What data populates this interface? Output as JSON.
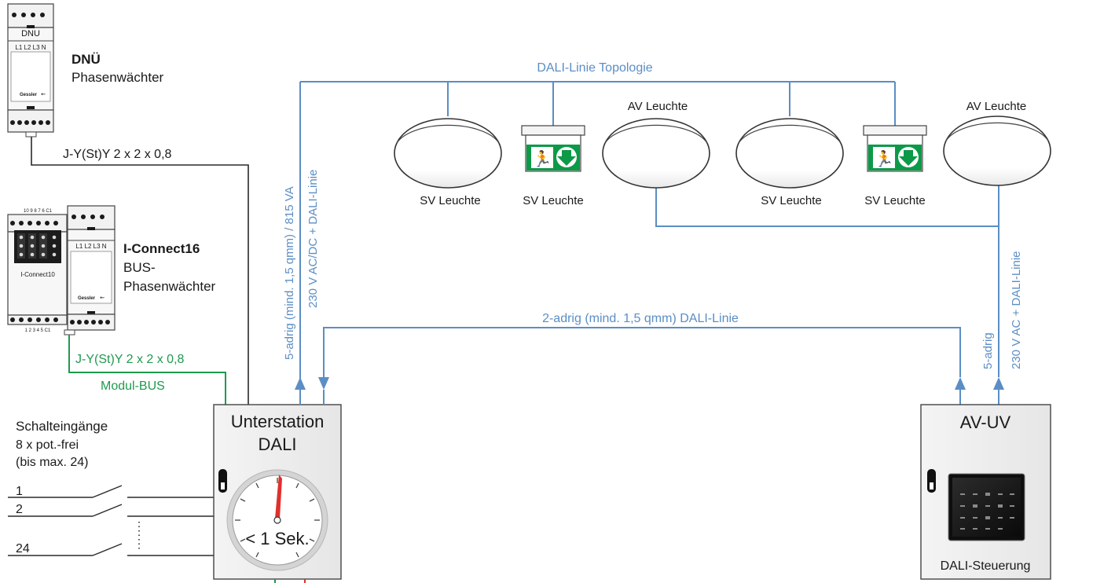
{
  "title": "DALI-Linie Topologie",
  "colors": {
    "wire": "#2a2a2a",
    "dali": "#5b8ec4",
    "bus": "#1f9a4e",
    "exit_sign": "#0c9a48",
    "needle": "#e0302c"
  },
  "dnu": {
    "device_label": "DNU",
    "terminals": "L1 L2 L3 N",
    "brand": "Gessler",
    "name": "DNÜ",
    "desc": "Phasenwächter",
    "cable": "J-Y(St)Y 2 x 2 x 0,8"
  },
  "iconnect": {
    "top_terminals": "10  9  8  7  6  C1",
    "bottom_terminals": "1  2  3  4  5  C1",
    "module_label": "I-Connect10",
    "terminals": "L1 L2 L3 N",
    "brand": "Gessler",
    "name": "I-Connect16",
    "desc_line1": "BUS-",
    "desc_line2": "Phasenwächter",
    "cable": "J-Y(St)Y 2 x 2 x 0,8",
    "bus": "Modul-BUS"
  },
  "inputs": {
    "title": "Schalteingänge",
    "line2": "8 x pot.-frei",
    "line3": "(bis max. 24)",
    "labels": [
      "1",
      "2",
      "24"
    ]
  },
  "unterstation": {
    "title_line1": "Unterstation",
    "title_line2": "DALI",
    "timer": "< 1 Sek.",
    "wire_left": "5-adrig (mind. 1,5 qmm) / 815 VA",
    "wire_right": "230 V AC/DC + DALI-Linie"
  },
  "av_uv": {
    "title": "AV-UV",
    "caption": "DALI-Steuerung",
    "wire_left": "5-adrig",
    "wire_right": "230 V AC + DALI-Linie"
  },
  "dali_line": "2-adrig (mind. 1,5 qmm) DALI-Linie",
  "lights": {
    "sv1": "SV Leuchte",
    "sv_exit1": "SV Leuchte",
    "av1": "AV Leuchte",
    "sv2": "SV Leuchte",
    "sv_exit2": "SV Leuchte",
    "av2": "AV Leuchte"
  }
}
